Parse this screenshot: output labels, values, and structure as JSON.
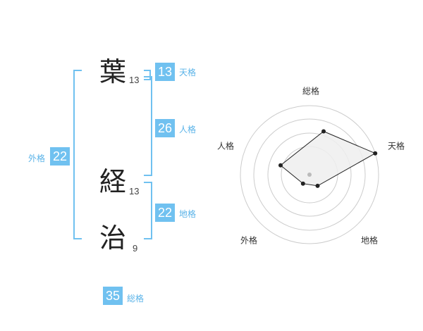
{
  "name": {
    "chars": [
      {
        "char": "葉",
        "strokes": "13"
      },
      {
        "char": "経",
        "strokes": "13"
      },
      {
        "char": "治",
        "strokes": "9"
      }
    ]
  },
  "fortune": {
    "tenkaku": {
      "value": "13",
      "label": "天格"
    },
    "jinkaku": {
      "value": "26",
      "label": "人格"
    },
    "chikaku": {
      "value": "22",
      "label": "地格"
    },
    "gaikaku": {
      "value": "22",
      "label": "外格"
    },
    "soukaku": {
      "value": "35",
      "label": "総格"
    }
  },
  "chart_data": {
    "type": "radar",
    "axes": [
      "総格",
      "天格",
      "地格",
      "外格",
      "人格"
    ],
    "scale_max": 5,
    "rings": 4,
    "values": [
      3.3,
      5.0,
      1.0,
      0.8,
      2.2
    ],
    "colors": {
      "fill": "#eeeeee",
      "line": "#222222",
      "grid": "#cccccc",
      "center": "#bbbbbb"
    }
  },
  "theme": {
    "accent": "#70c1f0"
  }
}
